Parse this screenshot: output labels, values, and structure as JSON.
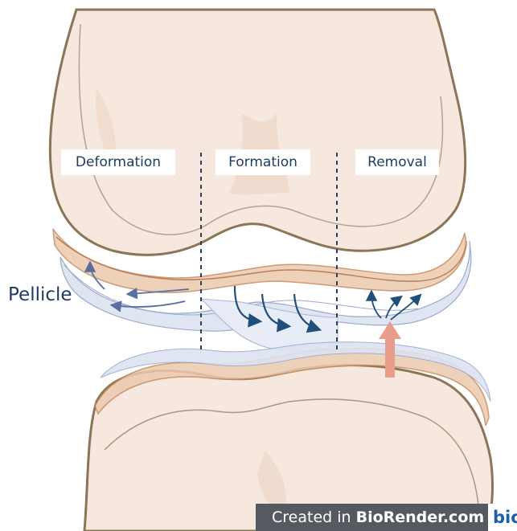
{
  "labels": {
    "deformation": "Deformation",
    "formation": "Formation",
    "removal": "Removal",
    "pellicle": "Pellicle"
  },
  "watermark": {
    "prefix": "Created in ",
    "brand": "BioRender.com",
    "logo_text": "bio"
  },
  "colors": {
    "bone_fill": "#f6e7df",
    "bone_outline": "#8a7556",
    "cartilage": "#e0b48e",
    "pellicle_blue": "#c9d3ea",
    "arrow_blue": "#1f4f7a",
    "force_arrow": "#e89c8c",
    "text_blue": "#1f3a5f"
  },
  "icons": [
    "flow-arrow-icon",
    "force-arrow-icon"
  ]
}
